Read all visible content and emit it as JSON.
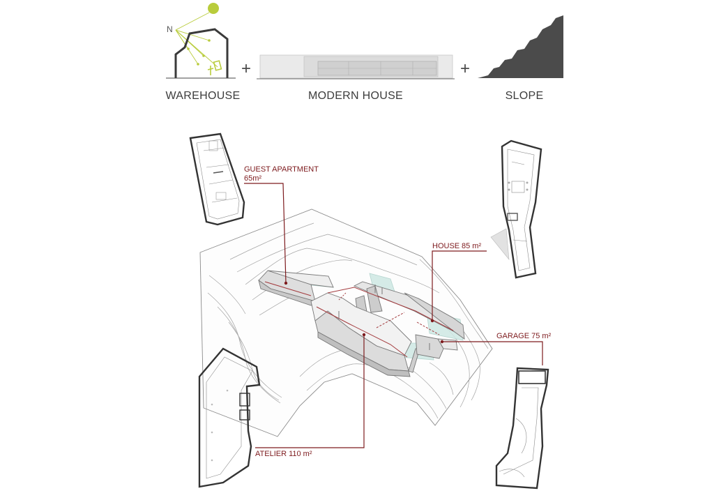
{
  "concept": {
    "warehouse": {
      "label": "WAREHOUSE",
      "north_mark": "N"
    },
    "plus_1": "+",
    "modern_house": {
      "label": "MODERN HOUSE"
    },
    "plus_2": "+",
    "slope": {
      "label": "SLOPE"
    }
  },
  "program": {
    "guest_apartment": {
      "name": "GUEST APARTMENT",
      "area": "65m²"
    },
    "house": {
      "name": "HOUSE",
      "area": "85 m²"
    },
    "garage": {
      "label": "GARAGE 75 m²"
    },
    "atelier": {
      "label": "ATELIER 110 m²"
    }
  },
  "colors": {
    "annotation": "#7d1a1d",
    "sun": "#b9cc3c",
    "slope_fill": "#4b4b4b",
    "glass": "#cfe8e4"
  }
}
